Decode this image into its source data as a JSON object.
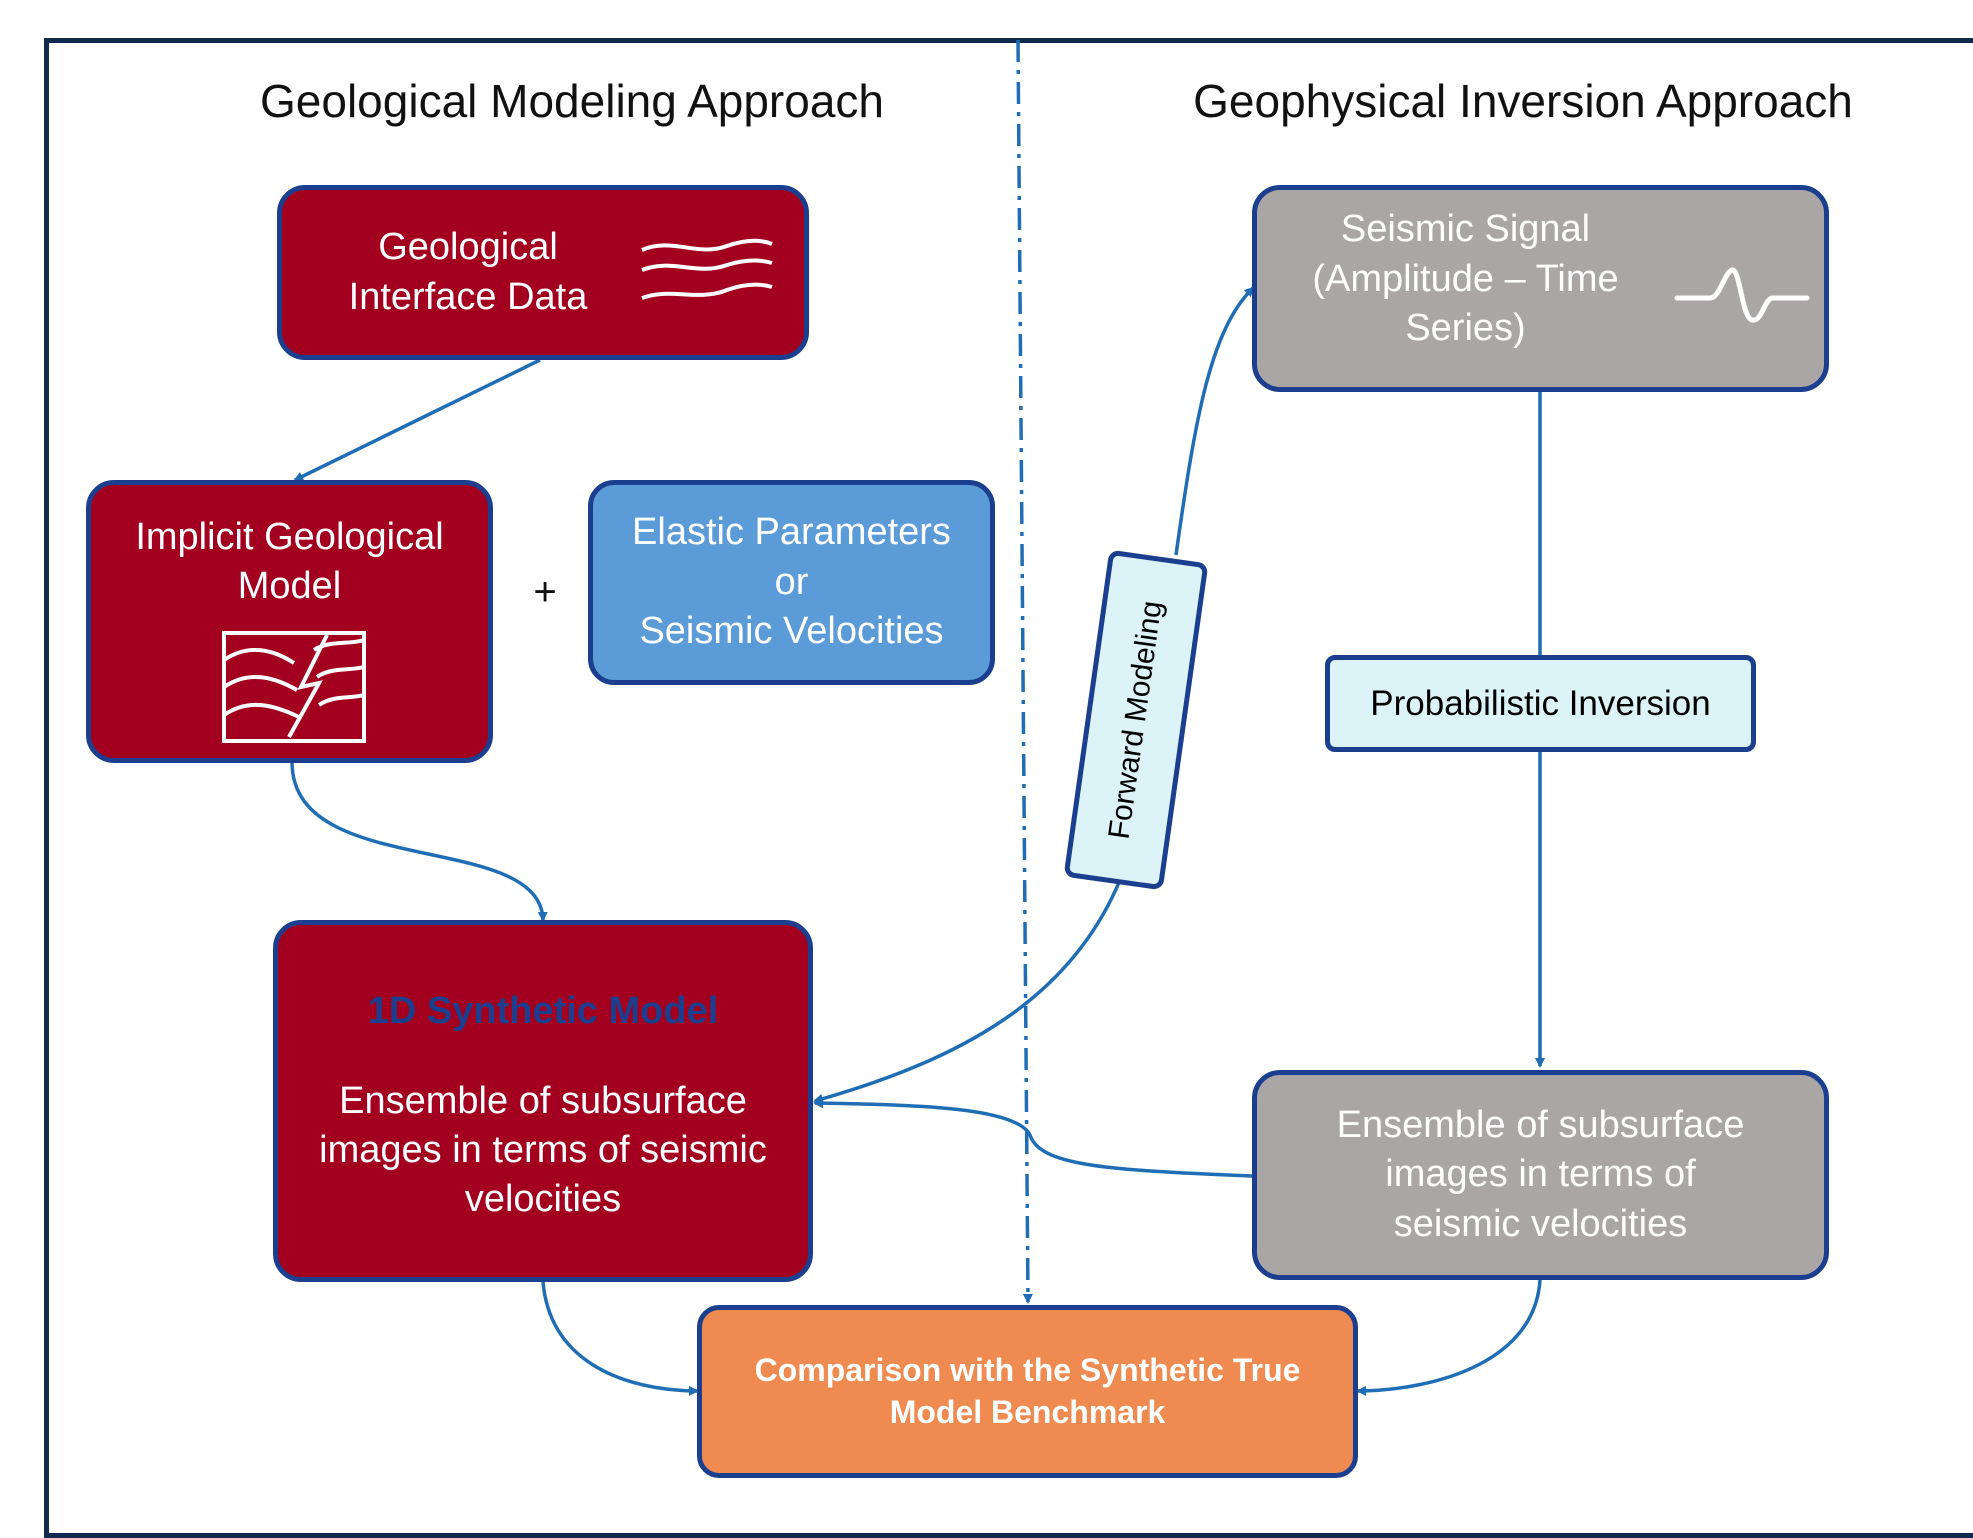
{
  "titles": {
    "left": "Geological Modeling Approach",
    "right": "Geophysical Inversion Approach"
  },
  "nodes": {
    "geological_interface_data": {
      "lines": [
        "Geological",
        "Interface Data"
      ]
    },
    "implicit_geological_model": {
      "lines": [
        "Implicit Geological",
        "Model"
      ]
    },
    "elastic_parameters": {
      "lines": [
        "Elastic Parameters",
        "or",
        "Seismic Velocities"
      ]
    },
    "plus_sign": "+",
    "seismic_signal": {
      "lines": [
        "Seismic Signal",
        "(Amplitude – Time",
        "Series)"
      ]
    },
    "probabilistic_inversion": "Probabilistic Inversion",
    "synthetic_model": {
      "heading": "1D Synthetic Model",
      "lines": [
        "Ensemble of subsurface",
        "images in terms of seismic",
        "velocities"
      ]
    },
    "inversion_ensemble": {
      "lines": [
        "Ensemble of subsurface",
        "images in terms of",
        "seismic velocities"
      ]
    },
    "comparison": {
      "lines": [
        "Comparison with the Synthetic True",
        "Model Benchmark"
      ]
    }
  },
  "edge_labels": {
    "forward_modeling": "Forward Modeling"
  },
  "colors": {
    "geological": "#a3001f",
    "geophysical": "#a9a6a5",
    "elastic": "#5b9bd8",
    "process": "#dcf3f7",
    "comparison": "#ef8a50",
    "border": "#1b3f8e",
    "arrow": "#1f6db4"
  },
  "icons": {
    "interface": "wavy-lines-icon",
    "geomodel": "folded-layers-fault-icon",
    "signal": "waveform-icon"
  }
}
